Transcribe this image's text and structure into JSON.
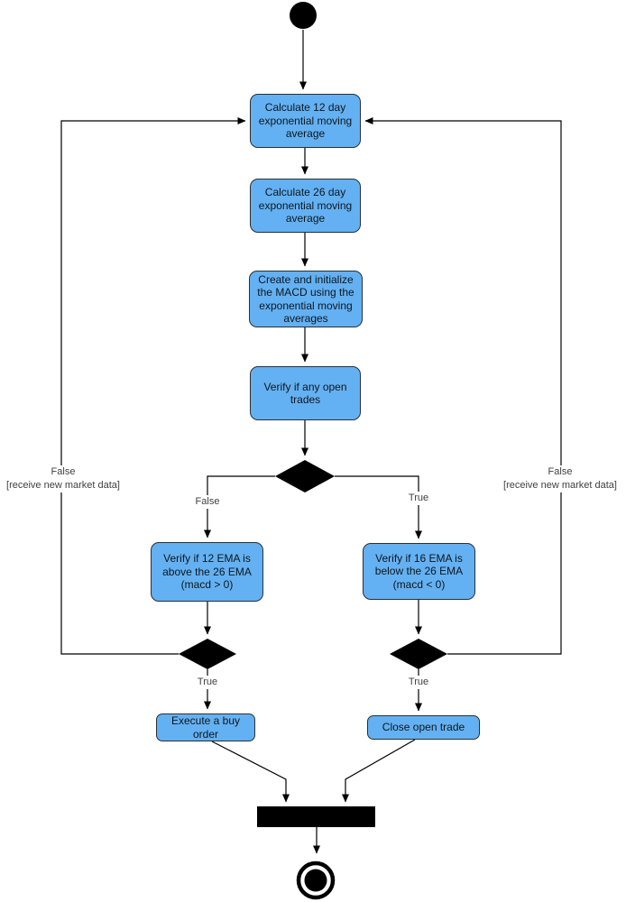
{
  "colors": {
    "node_fill": "#63B1F2",
    "node_border": "#2B2F33",
    "node_text": "#10151D",
    "line": "#000000",
    "label_text": "#404040"
  },
  "nodes": {
    "calc_12_ema": {
      "label": "Calculate 12 day exponential moving average"
    },
    "calc_26_ema": {
      "label": "Calculate 26 day exponential moving average"
    },
    "create_macd": {
      "label": "Create and initialize the MACD using the exponential moving averages"
    },
    "verify_open_trades": {
      "label": "Verify if any open trades"
    },
    "verify_12_above": {
      "label": "Verify if 12 EMA is above the 26 EMA (macd > 0)"
    },
    "verify_16_below": {
      "label": "Verify if 16 EMA is below the 26 EMA (macd < 0)"
    },
    "execute_buy": {
      "label": "Execute a buy order"
    },
    "close_trade": {
      "label": "Close open trade"
    }
  },
  "edge_labels": {
    "decision_false": "False",
    "decision_true": "True",
    "buy_true": "True",
    "close_true": "True",
    "loop_left": {
      "line1": "False",
      "line2": "[receive new market data]"
    },
    "loop_right": {
      "line1": "False",
      "line2": "[receive new market data]"
    }
  }
}
